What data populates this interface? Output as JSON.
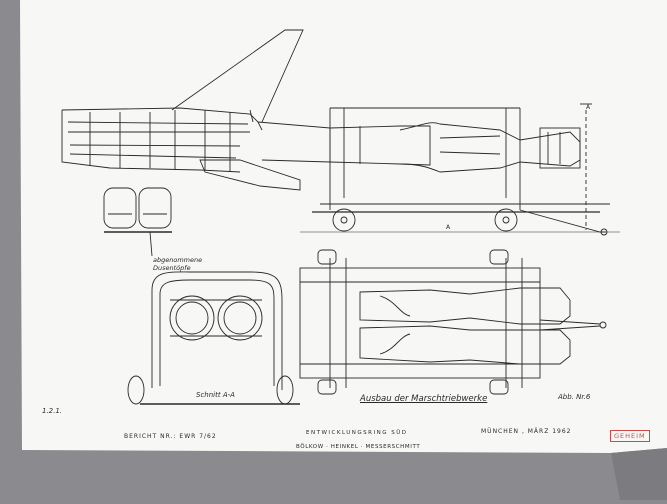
{
  "drawing": {
    "note_line1": "abgenommene",
    "note_line2": "Dusentöpfe",
    "section_label": "Schnitt A-A",
    "title": "Ausbau der Marschtriebwerke",
    "figure_no": "Abb. Nr.6",
    "section_mark_top": "A",
    "section_mark_bottom": "A",
    "sheet_no": "1.2.1."
  },
  "footer": {
    "report": "BERICHT NR.: EWR 7/62",
    "org_line1": "ENTWICKLUNGSRING SÜD",
    "org_line2": "BÖLKOW · HEINKEL · MESSERSCHMITT",
    "date": "MÜNCHEN , MÄRZ 1962",
    "stamp": "GEHEIM"
  },
  "colors": {
    "paper": "#f7f7f5",
    "ink": "#2a2a2a",
    "stamp": "#d04848",
    "background": "#8b8b8f"
  }
}
